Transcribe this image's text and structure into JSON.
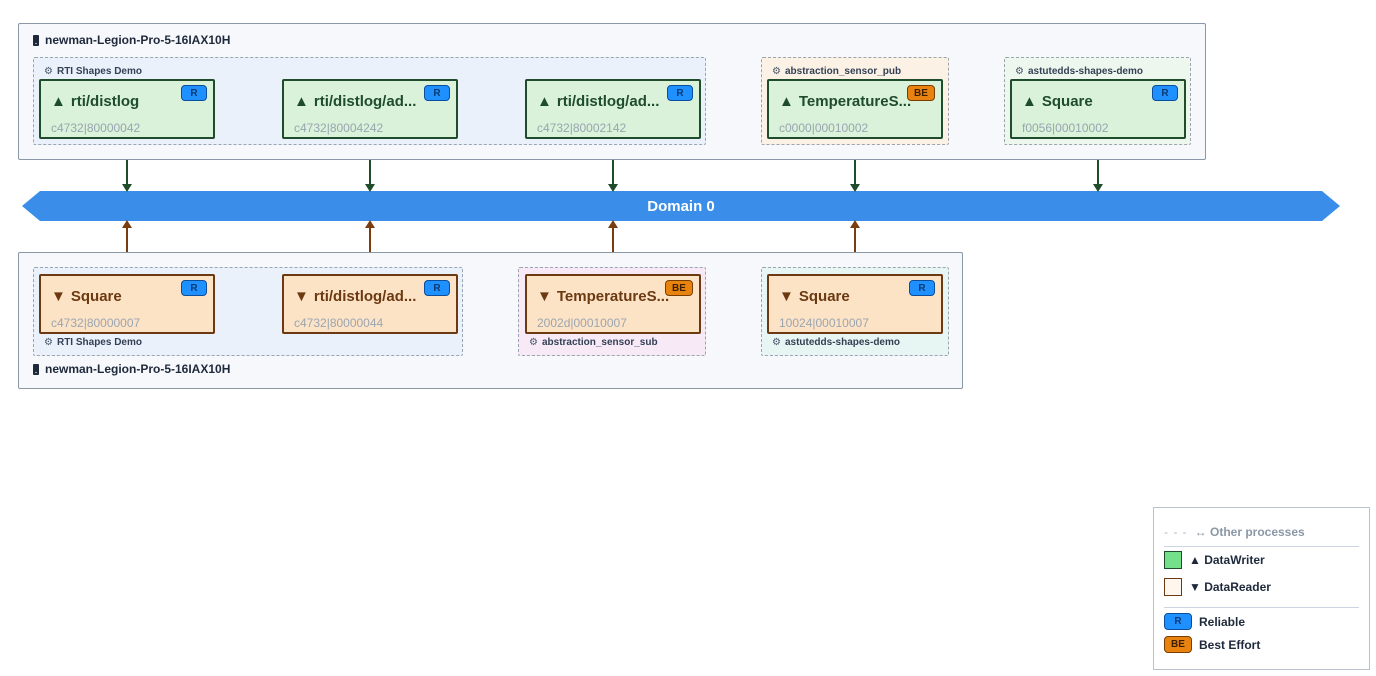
{
  "hosts": {
    "pub": {
      "label": "newman-Legion-Pro-5-16IAX10H"
    },
    "sub": {
      "label": "newman-Legion-Pro-5-16IAX10H"
    }
  },
  "processes": {
    "pub_rti": {
      "label": "RTI Shapes Demo",
      "color": "#eaf1fb"
    },
    "pub_sensor": {
      "label": "abstraction_sensor_pub",
      "color": "#fbf1e4"
    },
    "pub_astute": {
      "label": "astutedds-shapes-demo",
      "color": "#eef7ee"
    },
    "sub_rti": {
      "label": "RTI Shapes Demo",
      "color": "#eaf1fb"
    },
    "sub_sensor": {
      "label": "abstraction_sensor_sub",
      "color": "#f8e9f7"
    },
    "sub_astute": {
      "label": "astutedds-shapes-demo",
      "color": "#e8f6f3"
    }
  },
  "domain": {
    "label": "Domain 0",
    "color": "#3a8eea"
  },
  "writers": [
    {
      "topic": "rti/distlog",
      "id": "c4732|80000042",
      "qos": "R"
    },
    {
      "topic": "rti/distlog/ad...",
      "id": "c4732|80004242",
      "qos": "R"
    },
    {
      "topic": "rti/distlog/ad...",
      "id": "c4732|80002142",
      "qos": "R"
    },
    {
      "topic": "TemperatureS...",
      "id": "c0000|00010002",
      "qos": "BE"
    },
    {
      "topic": "Square",
      "id": "f0056|00010002",
      "qos": "R"
    }
  ],
  "readers": [
    {
      "topic": "Square",
      "id": "c4732|80000007",
      "qos": "R"
    },
    {
      "topic": "rti/distlog/ad...",
      "id": "c4732|80000044",
      "qos": "R"
    },
    {
      "topic": "TemperatureS...",
      "id": "2002d|00010007",
      "qos": "BE"
    },
    {
      "topic": "Square",
      "id": "10024|00010007",
      "qos": "R"
    }
  ],
  "symbols": {
    "writer": "▲",
    "reader": "▼",
    "gear": "⚙",
    "host_icon": "phone-icon"
  },
  "legend": {
    "other_processes": "↔ Other processes",
    "dash": "- - -",
    "writer": "▲ DataWriter",
    "reader": "▼ DataReader",
    "reliable_badge": "R",
    "reliable": "Reliable",
    "best_effort_badge": "BE",
    "best_effort": "Best Effort"
  },
  "colors": {
    "writer_link": "#1f4d2b",
    "reader_link": "#7a3d0f"
  }
}
